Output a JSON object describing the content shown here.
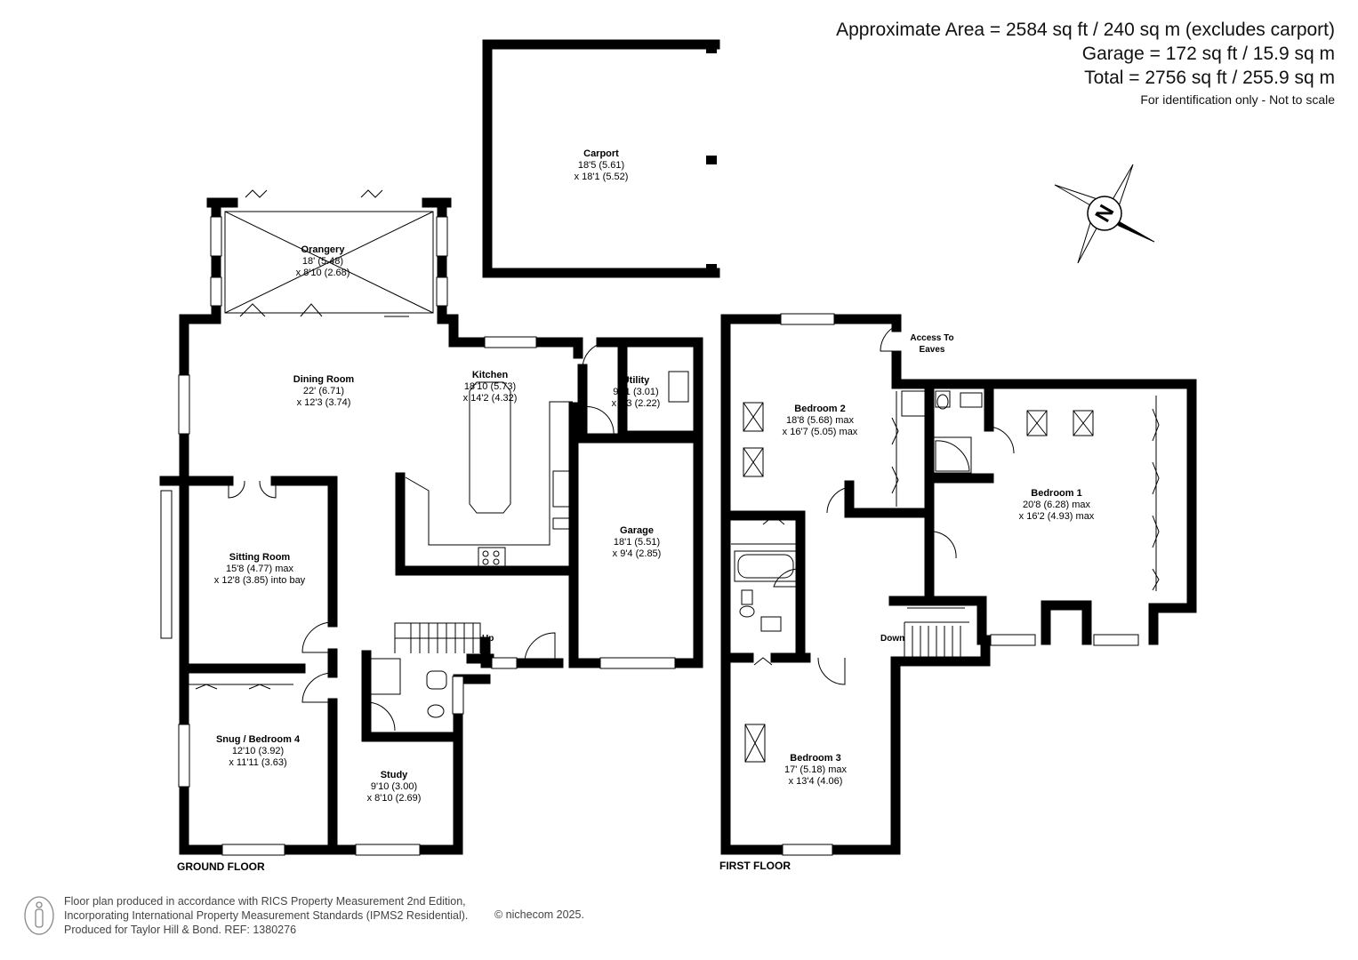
{
  "header": {
    "area_line_1": "Approximate Area = 2584 sq ft / 240 sq m (excludes carport)",
    "area_line_2": "Garage = 172 sq ft / 15.9 sq m",
    "area_line_3": "Total = 2756 sq ft / 255.9 sq m",
    "note": "For identification only - Not to scale"
  },
  "compass": {
    "letter": "N",
    "icon": "compass-rose-icon"
  },
  "ground_floor": {
    "label": "GROUND FLOOR",
    "stairs_label": "Up",
    "rooms": {
      "carport": {
        "name": "Carport",
        "dim1": "18'5 (5.61)",
        "dim2": "x 18'1 (5.52)"
      },
      "orangery": {
        "name": "Orangery",
        "dim1": "18' (5.48)",
        "dim2": "x 8'10 (2.68)"
      },
      "dining": {
        "name": "Dining Room",
        "dim1": "22' (6.71)",
        "dim2": "x 12'3 (3.74)"
      },
      "kitchen": {
        "name": "Kitchen",
        "dim1": "18'10 (5.73)",
        "dim2": "x 14'2 (4.32)"
      },
      "utility": {
        "name": "Utility",
        "dim1": "9'11 (3.01)",
        "dim2": "x 7'3 (2.22)"
      },
      "garage": {
        "name": "Garage",
        "dim1": "18'1 (5.51)",
        "dim2": "x 9'4 (2.85)"
      },
      "sitting": {
        "name": "Sitting Room",
        "dim1": "15'8 (4.77) max",
        "dim2": "x 12'8 (3.85) into bay"
      },
      "snug": {
        "name": "Snug / Bedroom 4",
        "dim1": "12'10 (3.92)",
        "dim2": "x 11'11 (3.63)"
      },
      "study": {
        "name": "Study",
        "dim1": "9'10 (3.00)",
        "dim2": "x 8'10 (2.69)"
      }
    }
  },
  "first_floor": {
    "label": "FIRST FLOOR",
    "stairs_label": "Down",
    "eaves_line_1": "Access To",
    "eaves_line_2": "Eaves",
    "rooms": {
      "bedroom2": {
        "name": "Bedroom 2",
        "dim1": "18'8 (5.68) max",
        "dim2": "x 16'7 (5.05) max"
      },
      "bedroom1": {
        "name": "Bedroom 1",
        "dim1": "20'8 (6.28) max",
        "dim2": "x 16'2 (4.93) max"
      },
      "bedroom3": {
        "name": "Bedroom 3",
        "dim1": "17' (5.18) max",
        "dim2": "x 13'4 (4.06)"
      }
    }
  },
  "footer": {
    "line_1": "Floor plan produced in accordance with RICS Property Measurement 2nd Edition,",
    "line_2": "Incorporating International Property Measurement Standards (IPMS2 Residential).",
    "line_3": "Produced for Taylor Hill & Bond.   REF: 1380276",
    "copyright": "© nichecom 2025."
  }
}
